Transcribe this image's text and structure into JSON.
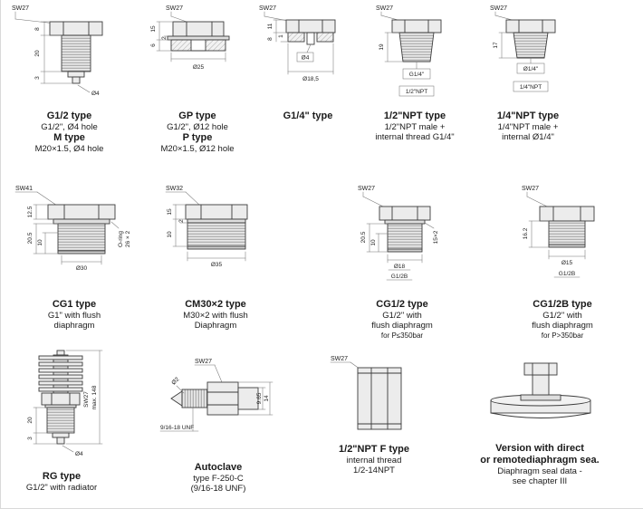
{
  "cells": {
    "g12": {
      "sw": "SW27",
      "d1": "8",
      "d2": "20",
      "d3": "3",
      "dia": "Ø4",
      "title1": "G1/2 type",
      "sub1": "G1/2\", Ø4 hole",
      "title2": "M type",
      "sub2": "M20×1.5, Ø4 hole"
    },
    "gp": {
      "sw": "SW27",
      "d1": "15",
      "d2": "2",
      "d3": "6",
      "dia": "Ø25",
      "title1": "GP type",
      "sub1": "G1/2\", Ø12 hole",
      "title2": "P type",
      "sub2": "M20×1.5, Ø12 hole"
    },
    "g14": {
      "sw": "SW27",
      "d1": "11",
      "d2": "1",
      "d3": "8",
      "hole": "Ø4",
      "dia": "Ø18,5",
      "title1": "G1/4\" type"
    },
    "npt12": {
      "sw": "SW27",
      "d1": "19",
      "box": "G1/4\"",
      "label": "1/2\"NPT",
      "title1": "1/2\"NPT type",
      "sub1": "1/2\"NPT male +",
      "sub2": "internal thread G1/4\""
    },
    "npt14": {
      "sw": "SW27",
      "d1": "17",
      "box": "Ø1/4\"",
      "label": "1/4\"NPT",
      "title1": "1/4\"NPT type",
      "sub1": "1/4\"NPT male +",
      "sub2": "internal Ø1/4\""
    },
    "cg1": {
      "sw": "SW41",
      "d1": "12.5",
      "d2": "20.5",
      "d3": "10",
      "dia": "Ø30",
      "oring1": "O-ring",
      "oring2": "26 × 2",
      "title1": "CG1 type",
      "sub1": "G1\" with flush",
      "sub2": "diaphragm"
    },
    "cm30": {
      "sw": "SW32",
      "d1": "15",
      "d2": "2",
      "d3": "10",
      "dia": "Ø35",
      "title1": "CM30×2 type",
      "sub1": "M30×2 with flush",
      "sub2": "Diaphragm"
    },
    "cg12": {
      "sw": "SW27",
      "d1": "20.5",
      "d2": "10",
      "dia": "Ø18",
      "thread": "G1/2B",
      "oring": "15×2",
      "title1": "CG1/2 type",
      "sub1": "G1/2\" with",
      "sub2": "flush diaphragm",
      "note": "for P≤350bar"
    },
    "cg12b": {
      "sw": "SW27",
      "d1": "16.2",
      "dia": "Ø15",
      "thread": "G1/2B",
      "title1": "CG1/2B type",
      "sub1": "G1/2\" with",
      "sub2": "flush diaphragm",
      "note": "for P>350bar"
    },
    "rg": {
      "sw": "SW27",
      "max": "max. 148",
      "d1": "20",
      "d2": "3",
      "dia": "Ø4",
      "title1": "RG type",
      "sub1": "G1/2\" with radiator"
    },
    "autoclave": {
      "sw": "SW27",
      "unf": "9/16-18 UNF",
      "dia": "Ø2",
      "d1": "9.65",
      "d2": "14",
      "title1": "Autoclave",
      "sub1": "type F-250-C",
      "sub2": "(9/16-18 UNF)"
    },
    "nptf": {
      "sw": "SW27",
      "title1": "1/2\"NPT F type",
      "sub1": "internal thread",
      "sub2": "1/2-14NPT"
    },
    "seal": {
      "title1": "Version with direct",
      "title2": "or remotediaphragm sea.",
      "sub1": "Diaphragm seal data -",
      "sub2": "see chapter III"
    }
  }
}
